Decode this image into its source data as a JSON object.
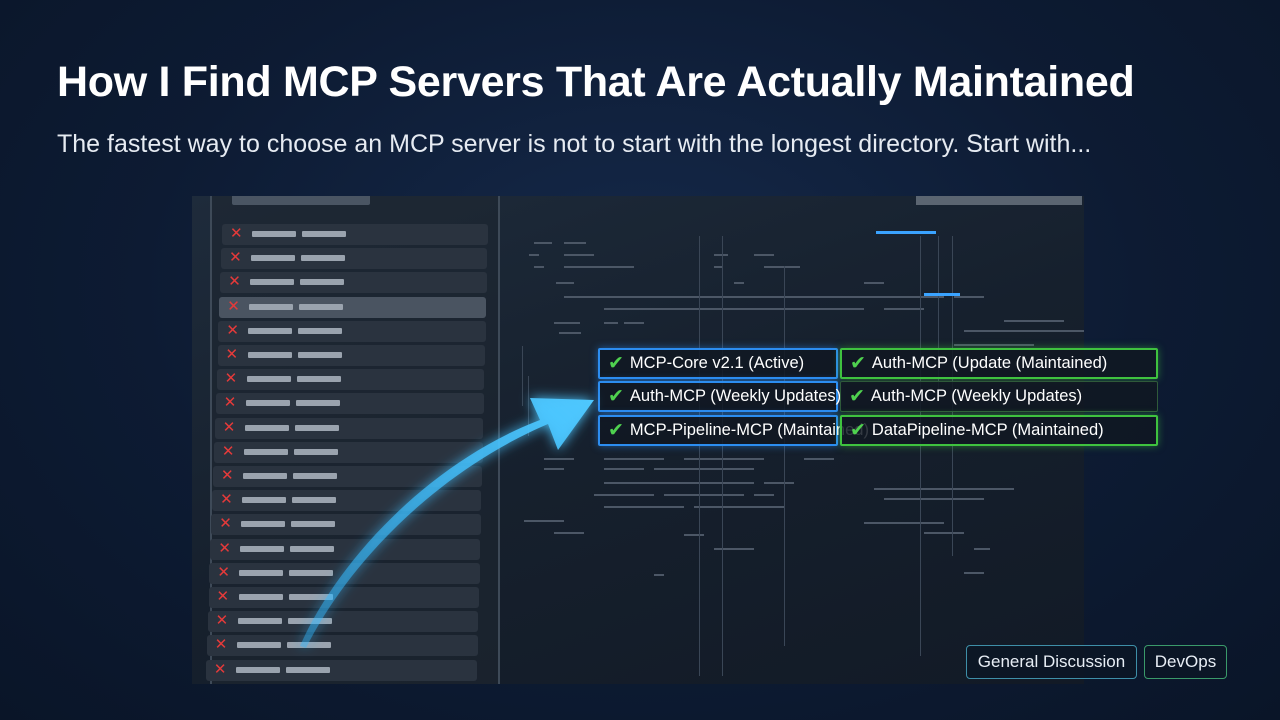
{
  "headline": "How I Find MCP Servers That Are Actually Maintained",
  "subhead": "The fastest way to choose an MCP server is not to start with the longest directory. Start with...",
  "cards": [
    {
      "label": "MCP-Core v2.1 (Active)",
      "style": "blue"
    },
    {
      "label": "Auth-MCP (Update (Maintained)",
      "style": "green"
    },
    {
      "label": "Auth-MCP (Weekly Updates)",
      "style": "blue"
    },
    {
      "label": "Auth-MCP (Weekly Updates)",
      "style": "dim-green"
    },
    {
      "label": "MCP-Pipeline-MCP (Maintained)",
      "style": "blue"
    },
    {
      "label": "DataPipeline-MCP (Maintained)",
      "style": "green"
    }
  ],
  "tags": [
    {
      "label": "General Discussion"
    },
    {
      "label": "DevOps"
    }
  ],
  "icons": {
    "reject": "x-icon",
    "approve": "check-icon",
    "arrow": "arrow-icon"
  },
  "colors": {
    "background": "#0d1b33",
    "reject_red": "#e53a3a",
    "approve_green": "#4fd14f",
    "highlight_blue": "#2c8df0",
    "arrow_cyan": "#2fb7ff"
  }
}
